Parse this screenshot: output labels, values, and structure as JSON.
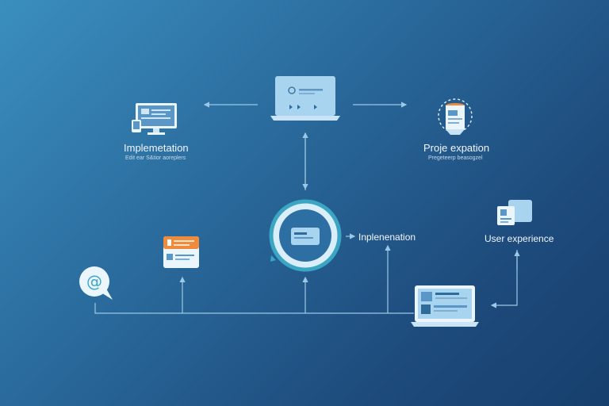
{
  "nodes": {
    "left_top": {
      "title": "Implemetation",
      "subtitle": "Edit ear S&tior aoreplers"
    },
    "right_top": {
      "title": "Proje expation",
      "subtitle": "Pregeteerp beasogzel"
    },
    "center": {
      "label": "Inplenenation"
    },
    "right_mid": {
      "label": "User experience"
    }
  },
  "colors": {
    "accent": "#7fc4ea",
    "line": "#9cc8e6",
    "card": "#a9d4f0",
    "orange": "#f08a3c",
    "teal": "#3aa6c4"
  },
  "icons": [
    "laptop-icon",
    "monitor-icon",
    "document-stack-icon",
    "circle-card-icon",
    "orange-card-icon",
    "at-chat-icon",
    "folder-doc-icon",
    "laptop-dashboard-icon"
  ]
}
